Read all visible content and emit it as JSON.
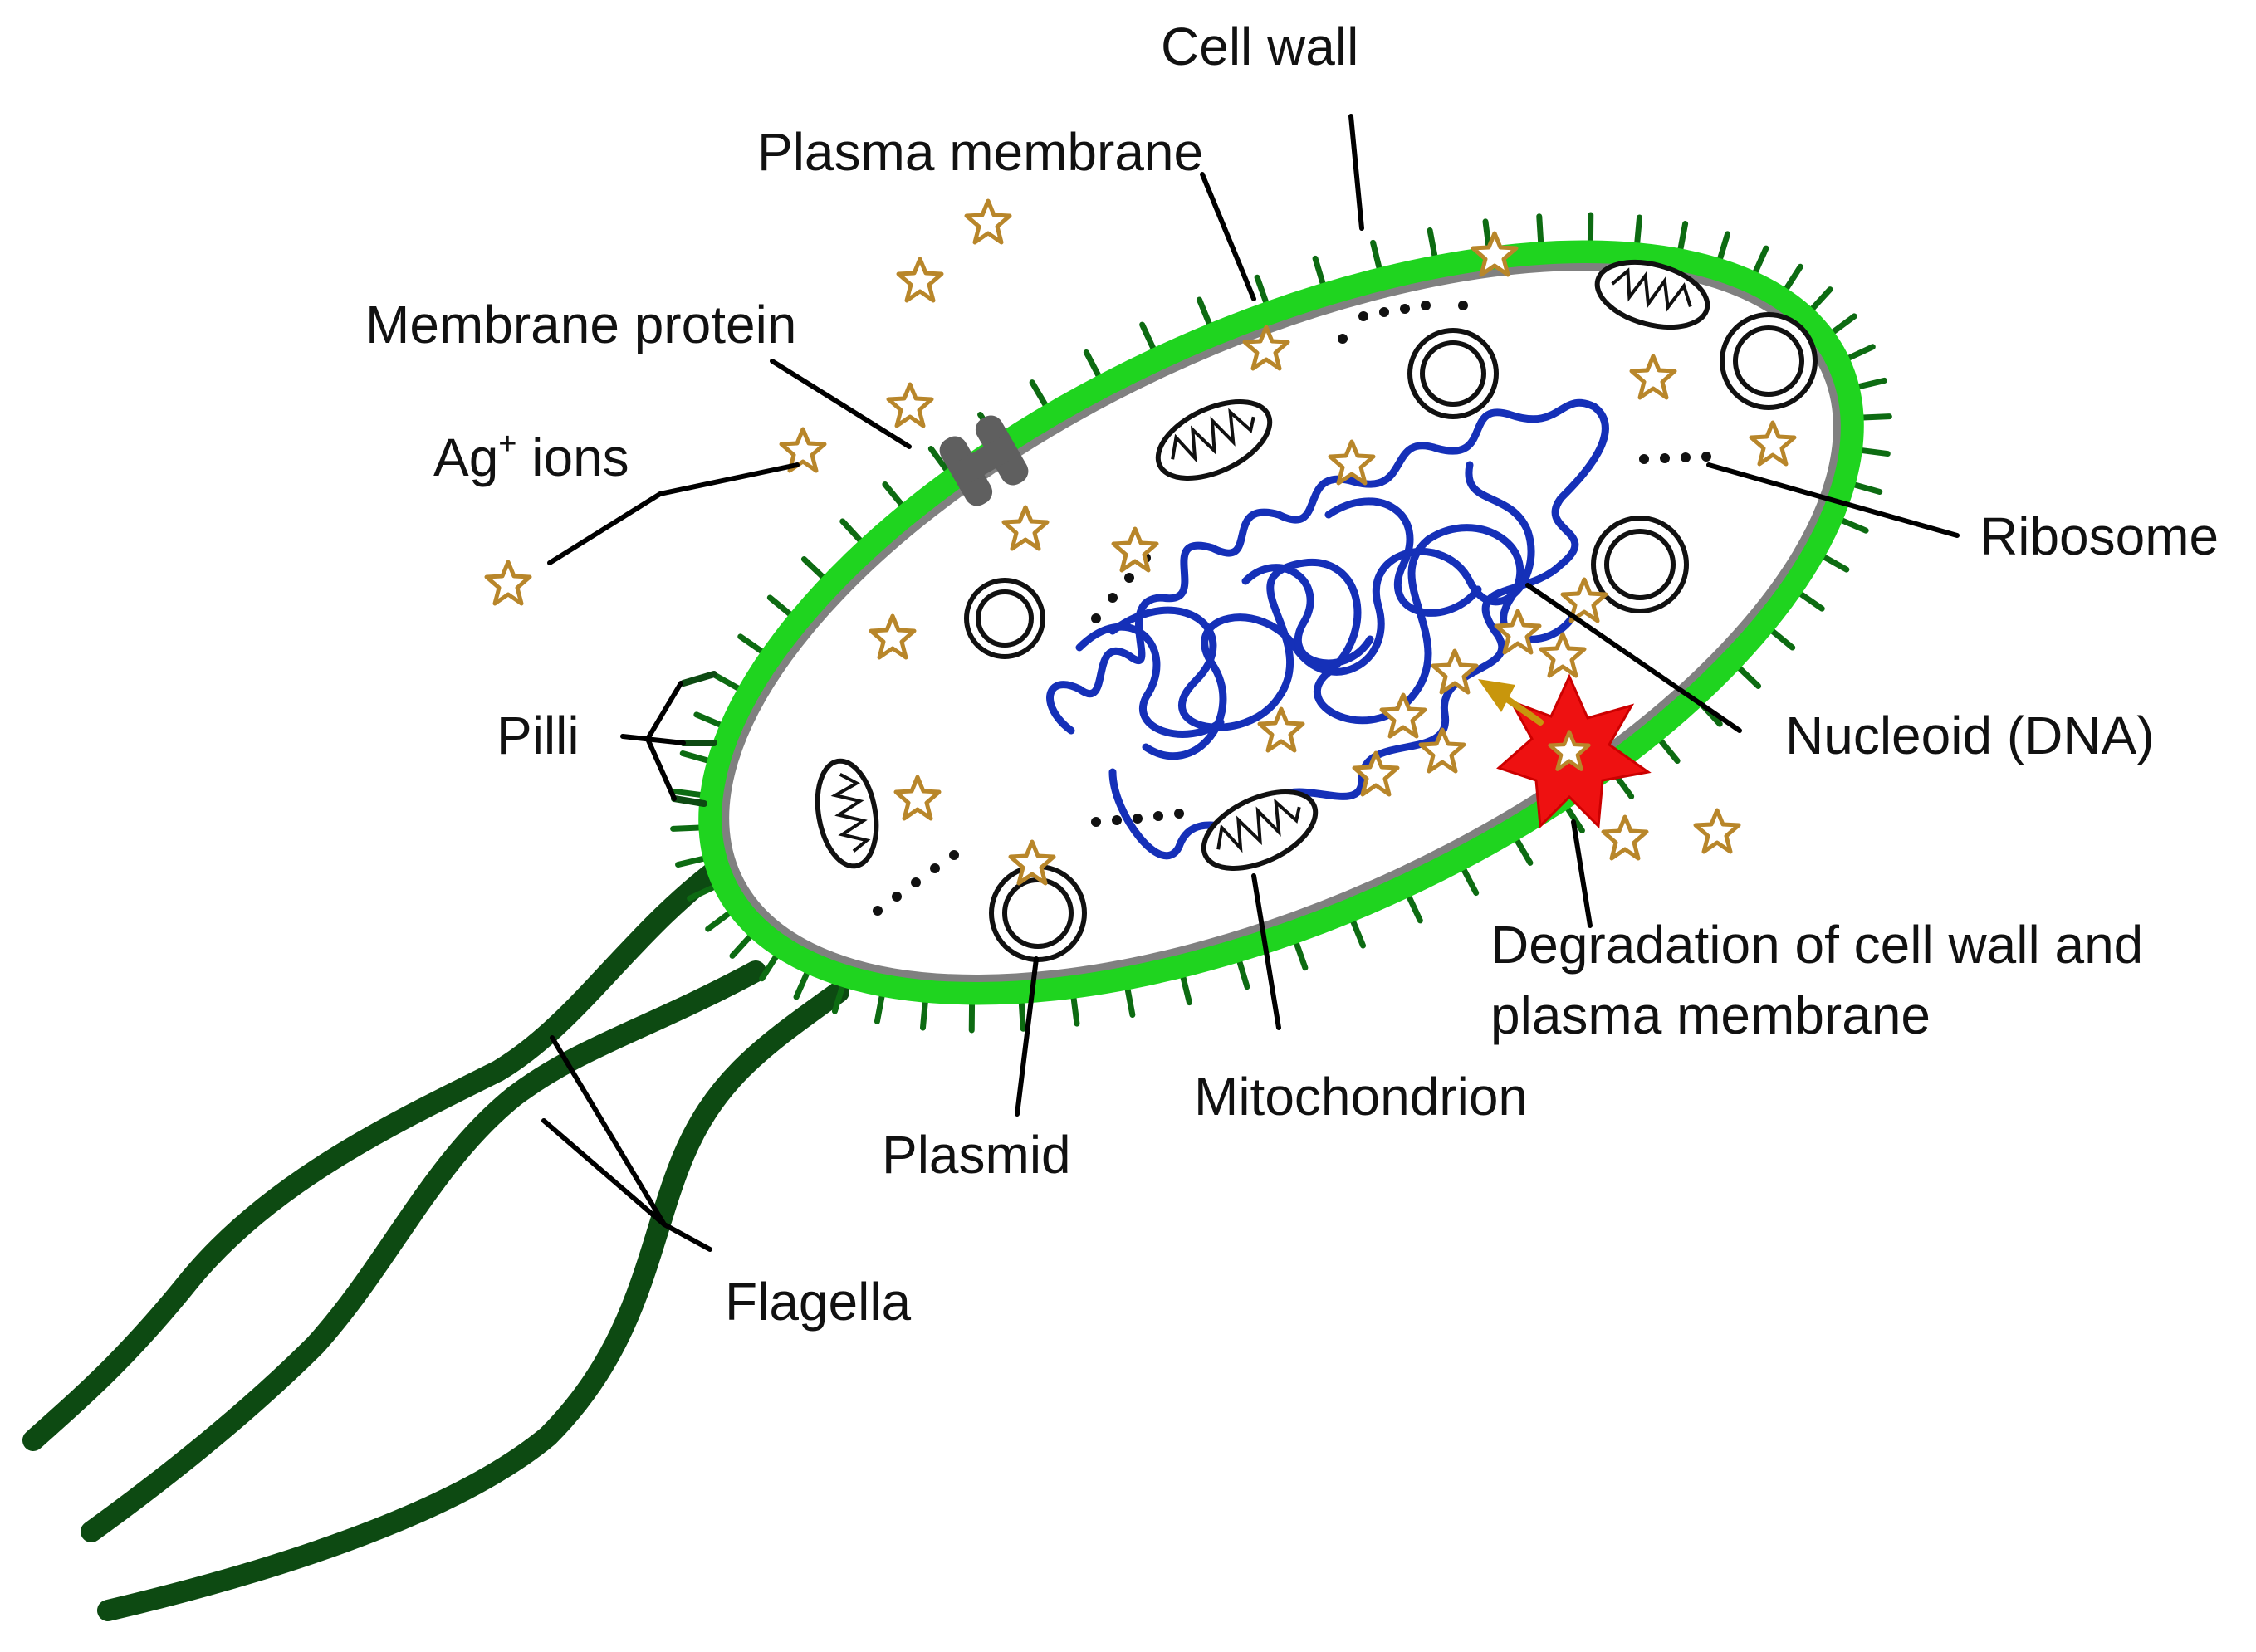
{
  "labels": {
    "cell_wall": "Cell wall",
    "plasma_membrane": "Plasma membrane",
    "membrane_protein": "Membrane protein",
    "ag_ions_main": "Ag",
    "ag_ions_sup": "+",
    "ag_ions_rest": " ions",
    "ribosome": "Ribosome",
    "pilli": "Pilli",
    "nucleoid": "Nucleoid (DNA)",
    "degradation_line1": "Degradation of cell wall and",
    "degradation_line2": "plasma membrane",
    "mitochondrion": "Mitochondrion",
    "plasmid": "Plasmid",
    "flagella": "Flagella"
  },
  "colors": {
    "cell_wall": "#1fd41f",
    "cell_wall_spikes": "#0d6b12",
    "plasma_membrane": "#808080",
    "flagella": "#0d4a12",
    "dna": "#1530b8",
    "ag_ion_star": "#b8862a",
    "degradation_burst": "#ee1111",
    "membrane_protein": "#5f5f5f",
    "arrow": "#c8960c"
  },
  "icons": {
    "ag_ion": "star-outline-icon",
    "membrane_protein": "channel-protein-icon",
    "degradation": "burst-icon"
  }
}
